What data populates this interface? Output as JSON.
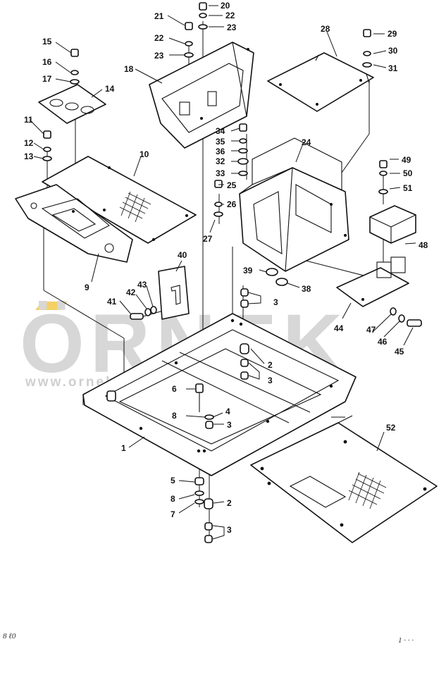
{
  "watermark": {
    "brand": "ÖRNEK",
    "url": "www.ornekisnbhalari.com.tr",
    "brand_color": "#d7d7d7",
    "accent_color": "#f2c84b"
  },
  "corner_marks": {
    "bottom_left": "8 ℓ0",
    "bottom_right": "1 · · ·"
  },
  "part_numbers": [
    "1",
    "2",
    "3",
    "4",
    "5",
    "6",
    "7",
    "8",
    "9",
    "10",
    "11",
    "12",
    "13",
    "14",
    "15",
    "16",
    "17",
    "18",
    "20",
    "21",
    "22",
    "23",
    "24",
    "25",
    "26",
    "27",
    "28",
    "29",
    "30",
    "31",
    "32",
    "33",
    "34",
    "35",
    "36",
    "38",
    "39",
    "40",
    "41",
    "42",
    "43",
    "44",
    "45",
    "46",
    "47",
    "48",
    "49",
    "50",
    "51",
    "52"
  ],
  "labels": [
    {
      "id": "20",
      "text": "20"
    },
    {
      "id": "22a",
      "text": "22"
    },
    {
      "id": "23a",
      "text": "23"
    },
    {
      "id": "21",
      "text": "21"
    },
    {
      "id": "22b",
      "text": "22"
    },
    {
      "id": "23b",
      "text": "23"
    },
    {
      "id": "18",
      "text": "18"
    },
    {
      "id": "15",
      "text": "15"
    },
    {
      "id": "16",
      "text": "16"
    },
    {
      "id": "17",
      "text": "17"
    },
    {
      "id": "14",
      "text": "14"
    },
    {
      "id": "11",
      "text": "11"
    },
    {
      "id": "12",
      "text": "12"
    },
    {
      "id": "13",
      "text": "13"
    },
    {
      "id": "10",
      "text": "10"
    },
    {
      "id": "9",
      "text": "9"
    },
    {
      "id": "28",
      "text": "28"
    },
    {
      "id": "29",
      "text": "29"
    },
    {
      "id": "30",
      "text": "30"
    },
    {
      "id": "31",
      "text": "31"
    },
    {
      "id": "24",
      "text": "24"
    },
    {
      "id": "34",
      "text": "34"
    },
    {
      "id": "35",
      "text": "35"
    },
    {
      "id": "36",
      "text": "36"
    },
    {
      "id": "32",
      "text": "32"
    },
    {
      "id": "33",
      "text": "33"
    },
    {
      "id": "25",
      "text": "25"
    },
    {
      "id": "26",
      "text": "26"
    },
    {
      "id": "27",
      "text": "27"
    },
    {
      "id": "49",
      "text": "49"
    },
    {
      "id": "50",
      "text": "50"
    },
    {
      "id": "51",
      "text": "51"
    },
    {
      "id": "48",
      "text": "48"
    },
    {
      "id": "40",
      "text": "40"
    },
    {
      "id": "39",
      "text": "39"
    },
    {
      "id": "38",
      "text": "38"
    },
    {
      "id": "41",
      "text": "41"
    },
    {
      "id": "42",
      "text": "42"
    },
    {
      "id": "43",
      "text": "43"
    },
    {
      "id": "3a",
      "text": "3"
    },
    {
      "id": "44",
      "text": "44"
    },
    {
      "id": "47",
      "text": "47"
    },
    {
      "id": "46",
      "text": "46"
    },
    {
      "id": "45",
      "text": "45"
    },
    {
      "id": "2a",
      "text": "2"
    },
    {
      "id": "3b",
      "text": "3"
    },
    {
      "id": "6",
      "text": "6"
    },
    {
      "id": "8a",
      "text": "8"
    },
    {
      "id": "4",
      "text": "4"
    },
    {
      "id": "3c",
      "text": "3"
    },
    {
      "id": "52",
      "text": "52"
    },
    {
      "id": "1",
      "text": "1"
    },
    {
      "id": "5",
      "text": "5"
    },
    {
      "id": "8b",
      "text": "8"
    },
    {
      "id": "7",
      "text": "7"
    },
    {
      "id": "2b",
      "text": "2"
    },
    {
      "id": "3d",
      "text": "3"
    }
  ]
}
